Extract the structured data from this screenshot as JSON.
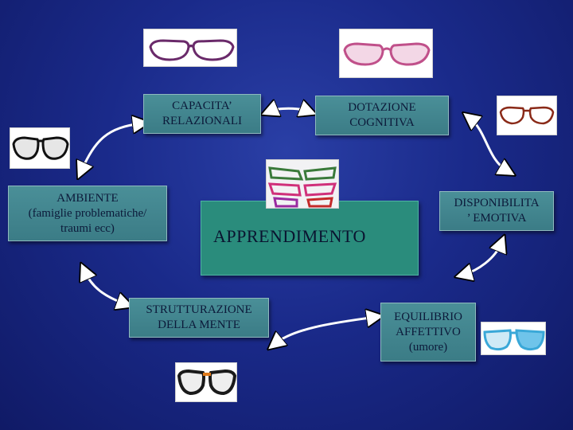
{
  "nodes": {
    "capacita": "CAPACITA’\nRELAZIONALI",
    "dotazione": "DOTAZIONE\nCOGNITIVA",
    "ambiente": "AMBIENTE\n(famiglie problematiche/\ntraumi ecc)",
    "disponibilita": "DISPONIBILITA\n’ EMOTIVA",
    "apprendimento": "APPRENDIMENTO",
    "strutturazione": "STRUTTURAZIONE\nDELLA MENTE",
    "equilibrio": "EQUILIBRIO\nAFFETTIVO\n(umore)"
  },
  "colors": {
    "background": "#1a2a8a",
    "box": "#4a8f98",
    "center_box": "#2a8c7c",
    "arrow": "#ffffff"
  },
  "icons": [
    "glasses-icon"
  ]
}
